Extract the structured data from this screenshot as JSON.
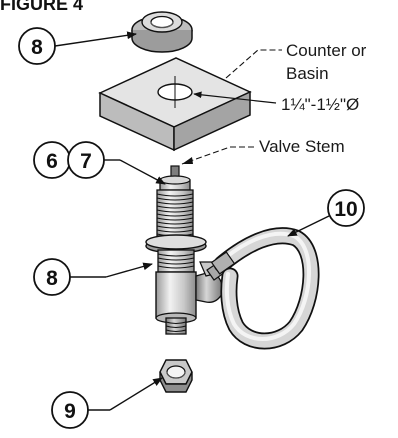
{
  "figure": {
    "title": "FIGURE 4",
    "labels": {
      "counter": "Counter or",
      "basin": "Basin",
      "hole_size": "1¼\"-1½\"Ø",
      "valve_stem": "Valve Stem"
    },
    "callouts": {
      "top_nut": "8",
      "item6": "6",
      "item7": "7",
      "washer": "8",
      "hose": "10",
      "bottom_nut": "9"
    },
    "colors": {
      "line": "#111111",
      "part_light": "#e8e8e8",
      "part_mid": "#bdbdbd",
      "part_dark": "#8a8a8a"
    }
  }
}
